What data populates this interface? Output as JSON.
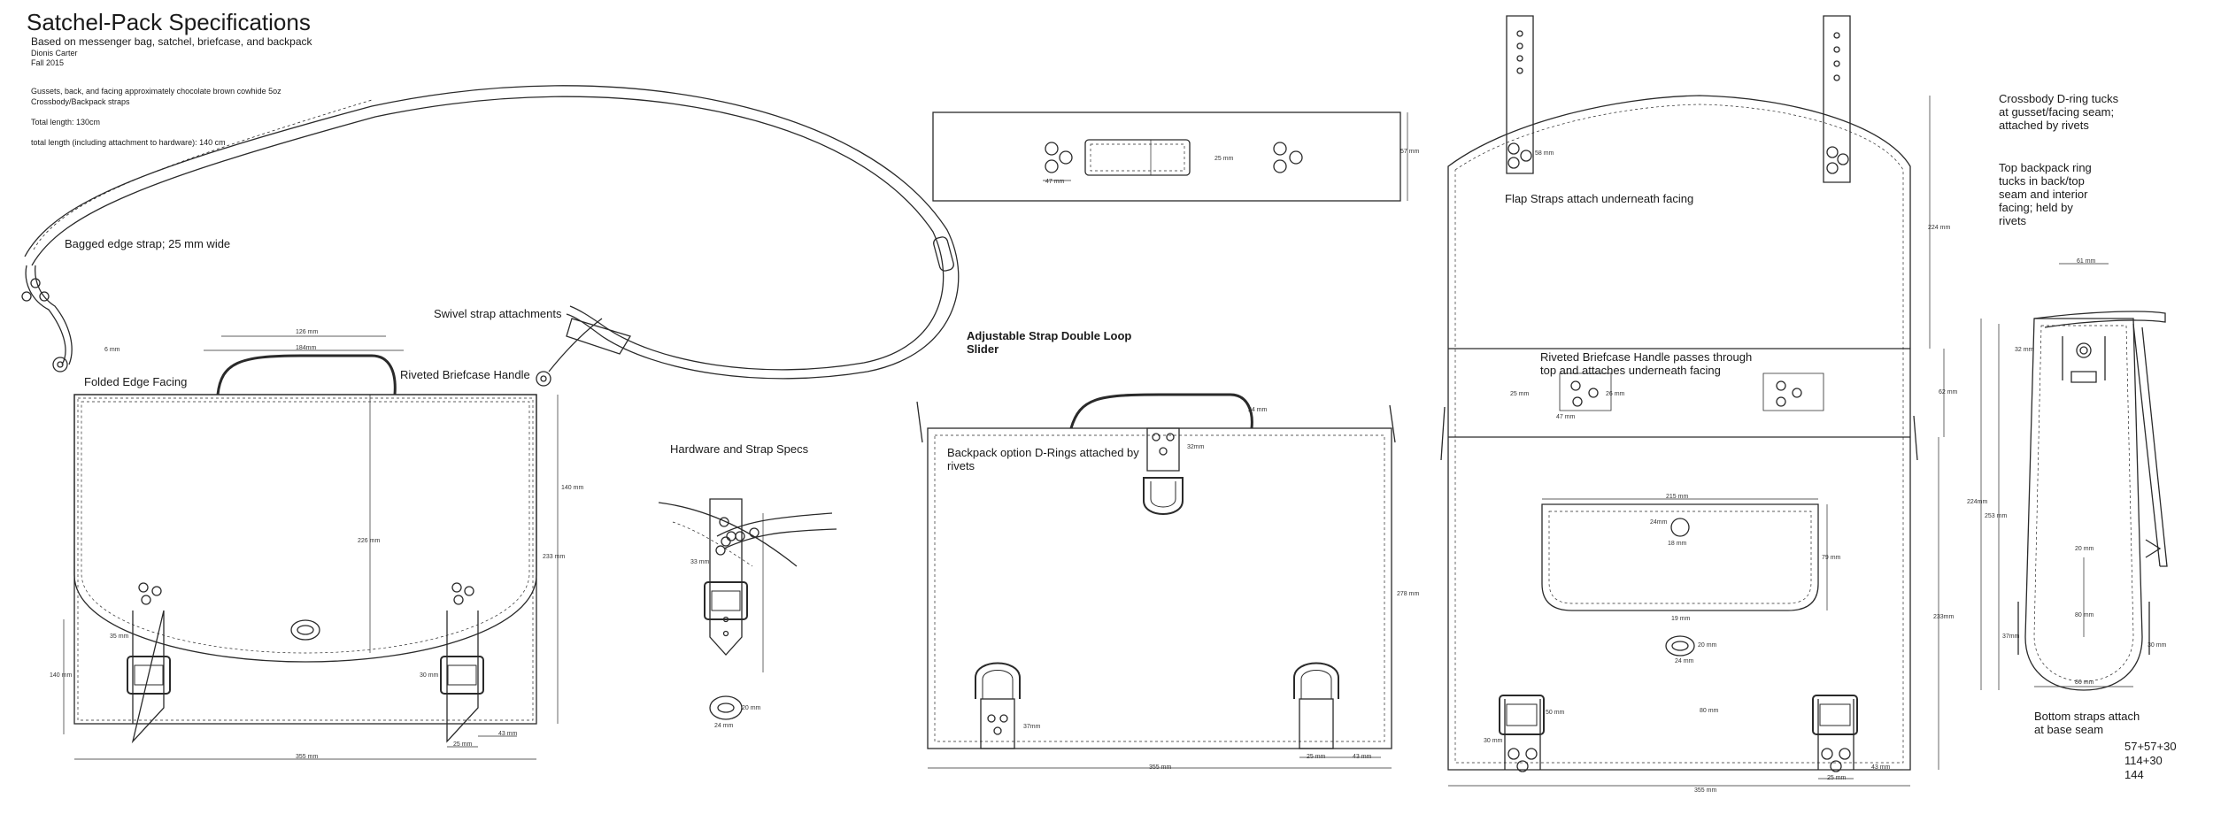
{
  "header": {
    "title": "Satchel-Pack Specifications",
    "subtitle": "Based on messenger bag, satchel, briefcase, and backpack",
    "author": "Dionis Carter",
    "date": "Fall 2015",
    "material_line1": "Gussets, back, and facing approximately  chocolate brown cowhide 5oz",
    "material_line2": "Crossbody/Backpack straps",
    "total_length": "Total length: 130cm",
    "total_length_hw": "total length (including attachment to hardware): 140 cm"
  },
  "annotations": {
    "bagged_strap": "Bagged edge strap; 25 mm wide",
    "swivel": "Swivel strap attachments",
    "folded_edge": "Folded Edge Facing",
    "riveted_handle": "Riveted Briefcase Handle",
    "hardware": "Hardware and Strap Specs",
    "adjustable_1": "Adjustable Strap Double Loop",
    "adjustable_2": "Slider",
    "backpack_1": "Backpack option D-Rings attached by",
    "backpack_2": "rivets",
    "flap_straps": "Flap Straps attach underneath facing",
    "briefcase_1": "Riveted Briefcase Handle passes through",
    "briefcase_2": "top and attaches underneath facing",
    "crossbody_1": "Crossbody D-ring tucks",
    "crossbody_2": "at gusset/facing seam;",
    "crossbody_3": "attached by rivets",
    "top_ring_1": "Top backpack ring",
    "top_ring_2": "tucks in back/top",
    "top_ring_3": "seam and interior",
    "top_ring_4": "facing; held by",
    "top_ring_5": "rivets",
    "bottom_1": "Bottom straps attach",
    "bottom_2": "at base seam",
    "calc_1": "57+57+30",
    "calc_2": "114+30",
    "calc_3": "144"
  },
  "dimensions": {
    "d_6mm": "6 mm",
    "d_126": "126 mm",
    "d_184": "184mm",
    "d_226": "226 mm",
    "d_140a": "140 mm",
    "d_233": "233 mm",
    "d_35": "35 mm",
    "d_140b": "140 mm",
    "d_30": "30 mm",
    "d_43": "43 mm",
    "d_25": "25 mm",
    "d_355a": "355 mm",
    "d_33": "33 mm",
    "d_20": "20 mm",
    "d_24": "24 mm",
    "d_47": "47 mm",
    "d_25b": "25 mm",
    "d_57": "57 mm",
    "d_24b": "24 mm",
    "d_32": "32mm",
    "d_37": "37mm",
    "d_278": "278 mm",
    "d_355b": "355 mm",
    "d_25c": "25 mm",
    "d_43b": "43 mm",
    "d_58": "58 mm",
    "d_224": "224 mm",
    "d_25d": "25 mm",
    "d_47b": "47 mm",
    "d_26": "26 mm",
    "d_62": "62 mm",
    "d_215": "215 mm",
    "d_24c": "24mm",
    "d_18": "18 mm",
    "d_79": "79 mm",
    "d_19": "19 mm",
    "d_20b": "20 mm",
    "d_24d": "24 mm",
    "d_233b": "233mm",
    "d_80": "80 mm",
    "d_30b": "30 mm",
    "d_50": "50 mm",
    "d_25e": "25 mm",
    "d_43c": "43 mm",
    "d_355c": "355 mm",
    "d_61": "61 mm",
    "d_32b": "32 mm",
    "d_224b": "224mm",
    "d_253": "253 mm",
    "d_20c": "20 mm",
    "d_80b": "80 mm",
    "d_37b": "37mm",
    "d_30c": "30 mm",
    "d_86": "86 mm"
  }
}
